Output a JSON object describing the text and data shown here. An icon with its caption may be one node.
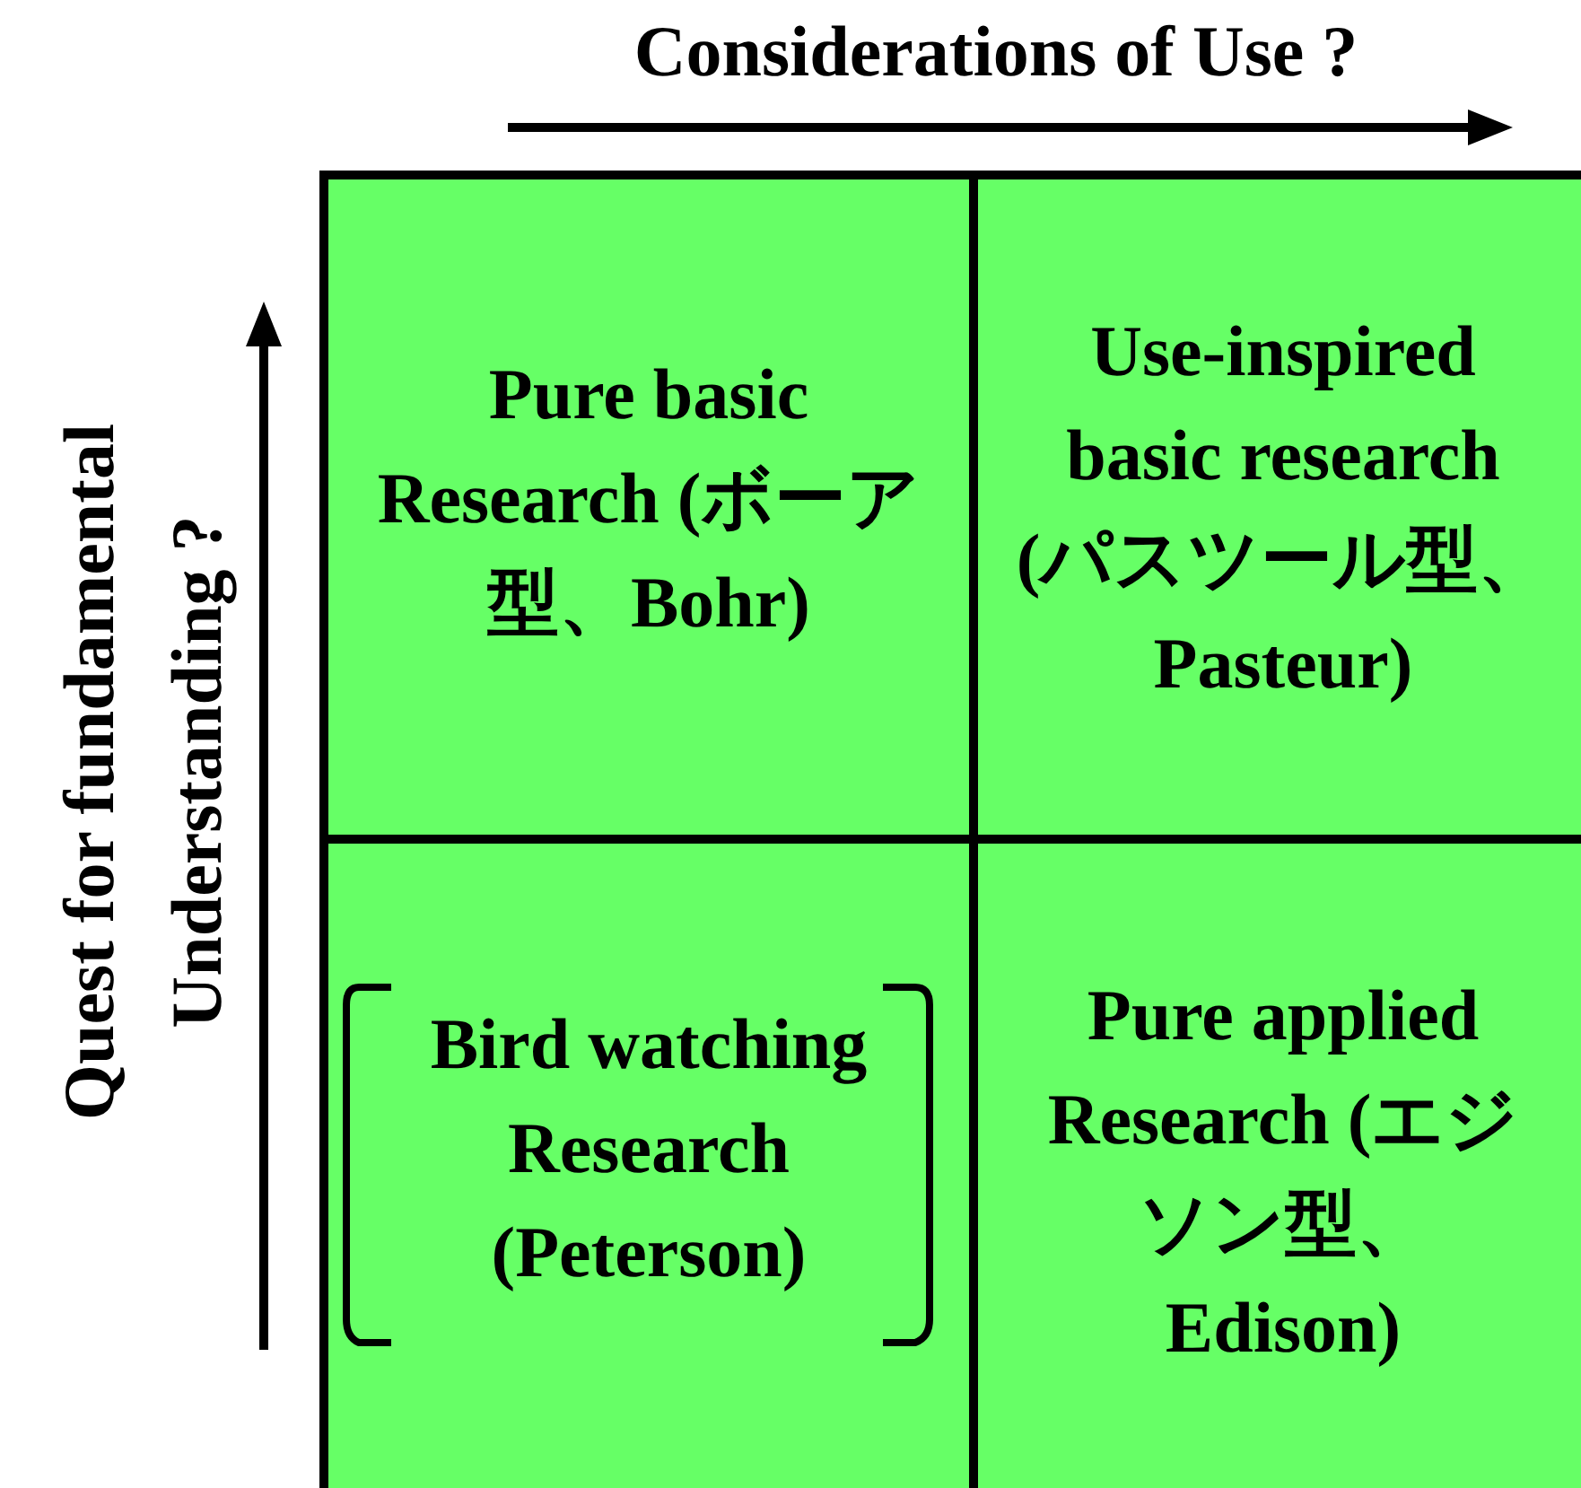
{
  "diagram": {
    "nodes": [
      {
        "text": [
          "Pure basic Research (ボーア型、Bohr)"
        ]
      },
      {
        "text": [
          "Use-inspired basic research (パスツール型、 Pasteur)"
        ]
      },
      {
        "text": [
          "Bird watching Research (Peterson)"
        ]
      },
      {
        "text": [
          "Pure applied Research (エジソン型、 Edison)"
        ]
      }
    ],
    "labels": [
      "Considerations of Use ?",
      "Quest for fundamental Understanding ?"
    ]
  }
}
